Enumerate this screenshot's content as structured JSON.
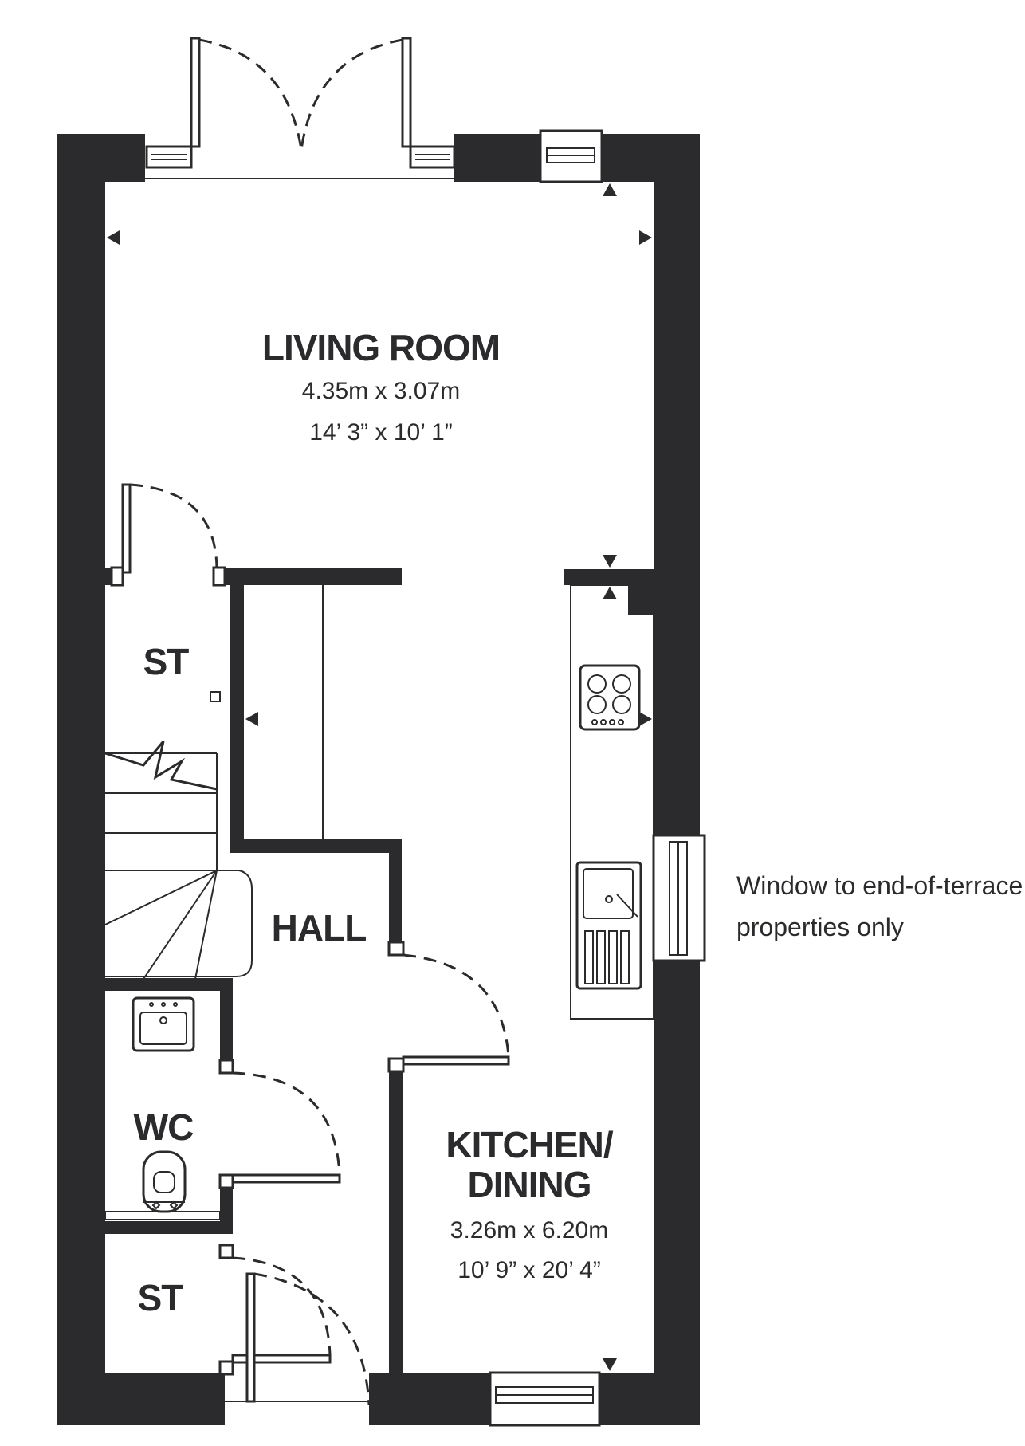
{
  "rooms": {
    "living": {
      "name": "LIVING ROOM",
      "metric": "4.35m x 3.07m",
      "imperial": "14’ 3” x 10’ 1”"
    },
    "store_upper": {
      "name": "ST"
    },
    "hall": {
      "name": "HALL"
    },
    "wc": {
      "name": "WC"
    },
    "store_lower": {
      "name": "ST"
    },
    "kitchen": {
      "name_line1": "KITCHEN/",
      "name_line2": "DINING",
      "metric": "3.26m x 6.20m",
      "imperial": "10’ 9” x 20’ 4”"
    }
  },
  "notes": {
    "window_line1": "Window to end-of-terrace",
    "window_line2": "properties only"
  },
  "colors": {
    "wall": "#2b2b2d",
    "background": "#ffffff"
  }
}
